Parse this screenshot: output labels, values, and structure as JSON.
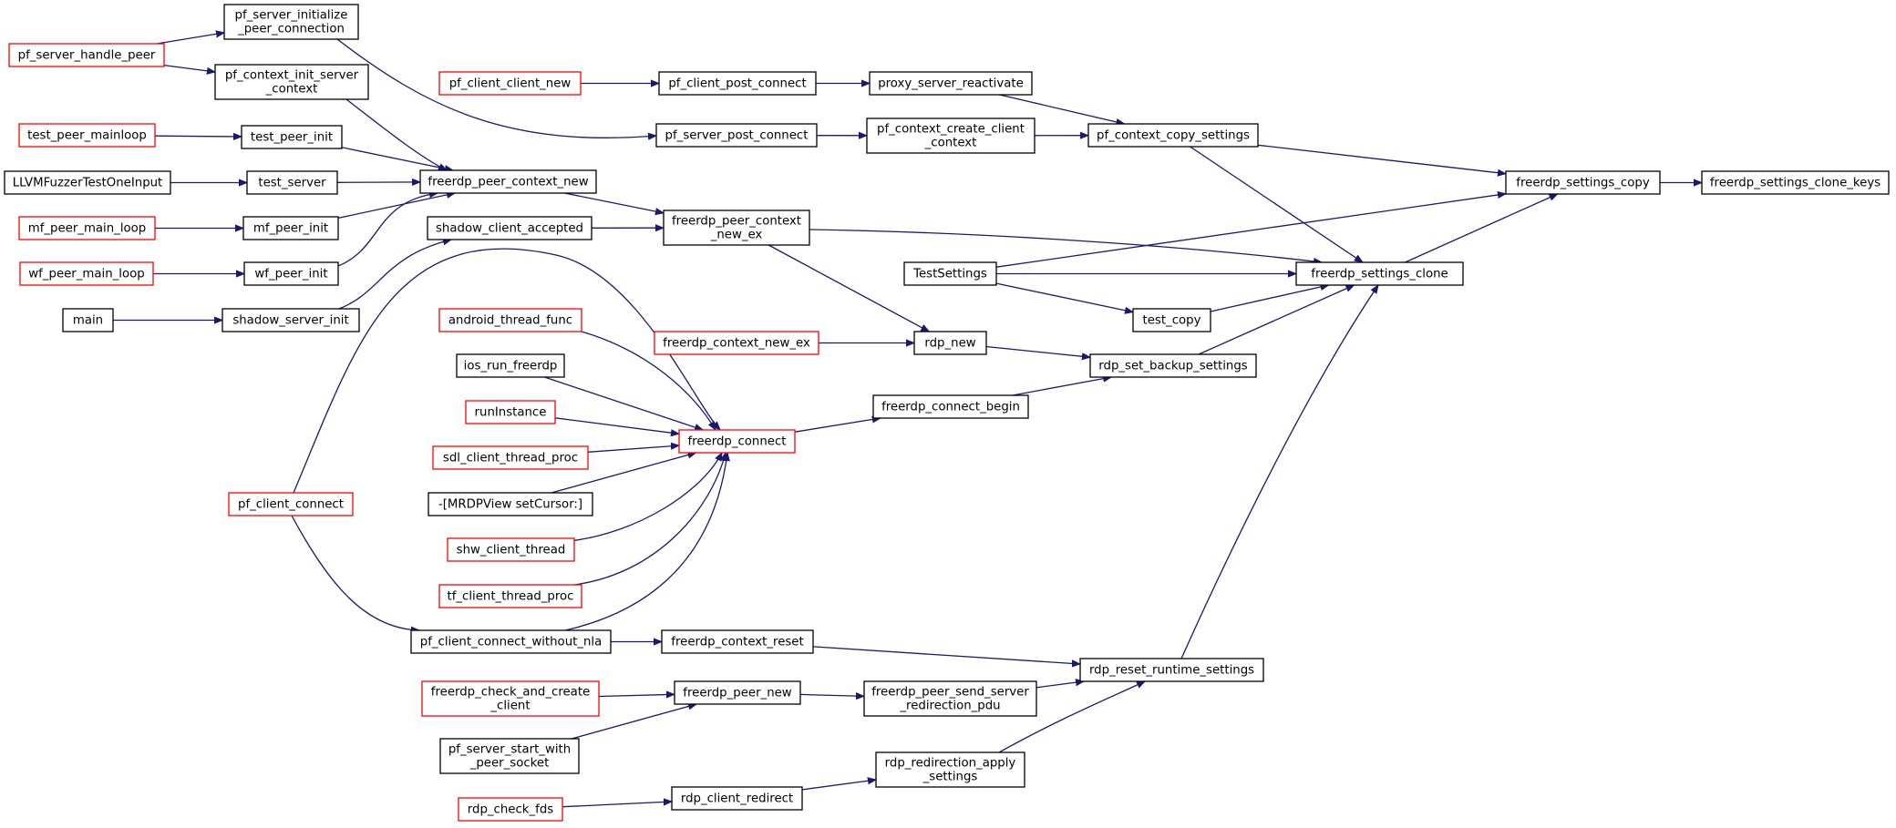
{
  "colors": {
    "edge": "#191970",
    "border_normal": "#000000",
    "border_truncated": "#ff0000",
    "highlight_fill": "#bfbfbf"
  },
  "nodes": [
    {
      "id": "n_clone_keys",
      "lines": [
        "freerdp_settings_clone_keys"
      ],
      "style": "highlight"
    },
    {
      "id": "n_settings_copy",
      "lines": [
        "freerdp_settings_copy"
      ],
      "style": "normal"
    },
    {
      "id": "n_settings_clone",
      "lines": [
        "freerdp_settings_clone"
      ],
      "style": "normal"
    },
    {
      "id": "n_context_copy_settings",
      "lines": [
        "pf_context_copy_settings"
      ],
      "style": "normal"
    },
    {
      "id": "n_testsettings",
      "lines": [
        "TestSettings"
      ],
      "style": "normal"
    },
    {
      "id": "n_test_copy",
      "lines": [
        "test_copy"
      ],
      "style": "normal"
    },
    {
      "id": "n_set_backup",
      "lines": [
        "rdp_set_backup_settings"
      ],
      "style": "normal"
    },
    {
      "id": "n_reset_runtime",
      "lines": [
        "rdp_reset_runtime_settings"
      ],
      "style": "normal"
    },
    {
      "id": "n_proxy_reactivate",
      "lines": [
        "proxy_server_reactivate"
      ],
      "style": "normal"
    },
    {
      "id": "n_ctx_create_client",
      "lines": [
        "pf_context_create_client",
        "_context"
      ],
      "style": "normal"
    },
    {
      "id": "n_client_post_connect",
      "lines": [
        "pf_client_post_connect"
      ],
      "style": "normal"
    },
    {
      "id": "n_server_post_connect",
      "lines": [
        "pf_server_post_connect"
      ],
      "style": "normal"
    },
    {
      "id": "n_client_client_new",
      "lines": [
        "pf_client_client_new"
      ],
      "style": "truncated"
    },
    {
      "id": "n_peer_context_new_ex",
      "lines": [
        "freerdp_peer_context",
        "_new_ex"
      ],
      "style": "normal"
    },
    {
      "id": "n_peer_context_new",
      "lines": [
        "freerdp_peer_context_new"
      ],
      "style": "normal"
    },
    {
      "id": "n_shadow_client_accepted",
      "lines": [
        "shadow_client_accepted"
      ],
      "style": "normal"
    },
    {
      "id": "n_server_init_peer",
      "lines": [
        "pf_server_initialize",
        "_peer_connection"
      ],
      "style": "normal"
    },
    {
      "id": "n_ctx_init_server",
      "lines": [
        "pf_context_init_server",
        "_context"
      ],
      "style": "normal"
    },
    {
      "id": "n_server_handle_peer",
      "lines": [
        "pf_server_handle_peer"
      ],
      "style": "truncated"
    },
    {
      "id": "n_test_peer_init",
      "lines": [
        "test_peer_init"
      ],
      "style": "normal"
    },
    {
      "id": "n_test_peer_mainloop",
      "lines": [
        "test_peer_mainloop"
      ],
      "style": "truncated"
    },
    {
      "id": "n_test_server",
      "lines": [
        "test_server"
      ],
      "style": "normal"
    },
    {
      "id": "n_llvm_fuzzer",
      "lines": [
        "LLVMFuzzerTestOneInput"
      ],
      "style": "normal"
    },
    {
      "id": "n_mf_peer_init",
      "lines": [
        "mf_peer_init"
      ],
      "style": "normal"
    },
    {
      "id": "n_mf_peer_main_loop",
      "lines": [
        "mf_peer_main_loop"
      ],
      "style": "truncated"
    },
    {
      "id": "n_wf_peer_init",
      "lines": [
        "wf_peer_init"
      ],
      "style": "normal"
    },
    {
      "id": "n_wf_peer_main_loop",
      "lines": [
        "wf_peer_main_loop"
      ],
      "style": "truncated"
    },
    {
      "id": "n_shadow_server_init",
      "lines": [
        "shadow_server_init"
      ],
      "style": "normal"
    },
    {
      "id": "n_main",
      "lines": [
        "main"
      ],
      "style": "normal"
    },
    {
      "id": "n_rdp_new",
      "lines": [
        "rdp_new"
      ],
      "style": "normal"
    },
    {
      "id": "n_context_new_ex",
      "lines": [
        "freerdp_context_new_ex"
      ],
      "style": "truncated"
    },
    {
      "id": "n_connect_begin",
      "lines": [
        "freerdp_connect_begin"
      ],
      "style": "normal"
    },
    {
      "id": "n_freerdp_connect",
      "lines": [
        "freerdp_connect"
      ],
      "style": "truncated"
    },
    {
      "id": "n_android_thread",
      "lines": [
        "android_thread_func"
      ],
      "style": "truncated"
    },
    {
      "id": "n_ios_run",
      "lines": [
        "ios_run_freerdp"
      ],
      "style": "normal"
    },
    {
      "id": "n_run_instance",
      "lines": [
        "runInstance"
      ],
      "style": "truncated"
    },
    {
      "id": "n_sdl_thread",
      "lines": [
        "sdl_client_thread_proc"
      ],
      "style": "truncated"
    },
    {
      "id": "n_mrdp_view",
      "lines": [
        "-[MRDPView setCursor:]"
      ],
      "style": "normal"
    },
    {
      "id": "n_shw_thread",
      "lines": [
        "shw_client_thread"
      ],
      "style": "truncated"
    },
    {
      "id": "n_tf_thread",
      "lines": [
        "tf_client_thread_proc"
      ],
      "style": "truncated"
    },
    {
      "id": "n_pf_client_connect",
      "lines": [
        "pf_client_connect"
      ],
      "style": "truncated"
    },
    {
      "id": "n_connect_without_nla",
      "lines": [
        "pf_client_connect_without_nla"
      ],
      "style": "normal"
    },
    {
      "id": "n_context_reset",
      "lines": [
        "freerdp_context_reset"
      ],
      "style": "normal"
    },
    {
      "id": "n_send_redir_pdu",
      "lines": [
        "freerdp_peer_send_server",
        "_redirection_pdu"
      ],
      "style": "normal"
    },
    {
      "id": "n_peer_new",
      "lines": [
        "freerdp_peer_new"
      ],
      "style": "normal"
    },
    {
      "id": "n_check_create_client",
      "lines": [
        "freerdp_check_and_create",
        "_client"
      ],
      "style": "truncated"
    },
    {
      "id": "n_start_peer_socket",
      "lines": [
        "pf_server_start_with",
        "_peer_socket"
      ],
      "style": "normal"
    },
    {
      "id": "n_redir_apply",
      "lines": [
        "rdp_redirection_apply",
        "_settings"
      ],
      "style": "normal"
    },
    {
      "id": "n_client_redirect",
      "lines": [
        "rdp_client_redirect"
      ],
      "style": "normal"
    },
    {
      "id": "n_check_fds",
      "lines": [
        "rdp_check_fds"
      ],
      "style": "truncated"
    }
  ],
  "edges": [
    {
      "from": "n_settings_copy",
      "to": "n_clone_keys"
    },
    {
      "from": "n_context_copy_settings",
      "to": "n_settings_copy"
    },
    {
      "from": "n_settings_clone",
      "to": "n_settings_copy"
    },
    {
      "from": "n_testsettings",
      "to": "n_settings_copy"
    },
    {
      "from": "n_context_copy_settings",
      "to": "n_settings_clone"
    },
    {
      "from": "n_peer_context_new_ex",
      "to": "n_settings_clone"
    },
    {
      "from": "n_testsettings",
      "to": "n_settings_clone"
    },
    {
      "from": "n_test_copy",
      "to": "n_settings_clone"
    },
    {
      "from": "n_set_backup",
      "to": "n_settings_clone"
    },
    {
      "from": "n_reset_runtime",
      "to": "n_settings_clone"
    },
    {
      "from": "n_testsettings",
      "to": "n_test_copy"
    },
    {
      "from": "n_proxy_reactivate",
      "to": "n_context_copy_settings"
    },
    {
      "from": "n_ctx_create_client",
      "to": "n_context_copy_settings"
    },
    {
      "from": "n_client_post_connect",
      "to": "n_proxy_reactivate"
    },
    {
      "from": "n_client_client_new",
      "to": "n_client_post_connect"
    },
    {
      "from": "n_server_post_connect",
      "to": "n_ctx_create_client"
    },
    {
      "from": "n_server_init_peer",
      "to": "n_server_post_connect"
    },
    {
      "from": "n_server_handle_peer",
      "to": "n_server_init_peer"
    },
    {
      "from": "n_server_handle_peer",
      "to": "n_ctx_init_server"
    },
    {
      "from": "n_ctx_init_server",
      "to": "n_peer_context_new"
    },
    {
      "from": "n_test_peer_init",
      "to": "n_peer_context_new"
    },
    {
      "from": "n_test_peer_mainloop",
      "to": "n_test_peer_init"
    },
    {
      "from": "n_test_server",
      "to": "n_peer_context_new"
    },
    {
      "from": "n_llvm_fuzzer",
      "to": "n_test_server"
    },
    {
      "from": "n_mf_peer_init",
      "to": "n_peer_context_new"
    },
    {
      "from": "n_mf_peer_main_loop",
      "to": "n_mf_peer_init"
    },
    {
      "from": "n_wf_peer_init",
      "to": "n_peer_context_new"
    },
    {
      "from": "n_wf_peer_main_loop",
      "to": "n_wf_peer_init"
    },
    {
      "from": "n_peer_context_new",
      "to": "n_peer_context_new_ex"
    },
    {
      "from": "n_shadow_client_accepted",
      "to": "n_peer_context_new_ex"
    },
    {
      "from": "n_shadow_server_init",
      "to": "n_shadow_client_accepted"
    },
    {
      "from": "n_main",
      "to": "n_shadow_server_init"
    },
    {
      "from": "n_peer_context_new_ex",
      "to": "n_rdp_new"
    },
    {
      "from": "n_context_new_ex",
      "to": "n_rdp_new"
    },
    {
      "from": "n_rdp_new",
      "to": "n_set_backup"
    },
    {
      "from": "n_connect_begin",
      "to": "n_set_backup"
    },
    {
      "from": "n_freerdp_connect",
      "to": "n_connect_begin"
    },
    {
      "from": "n_android_thread",
      "to": "n_freerdp_connect"
    },
    {
      "from": "n_ios_run",
      "to": "n_freerdp_connect"
    },
    {
      "from": "n_run_instance",
      "to": "n_freerdp_connect"
    },
    {
      "from": "n_sdl_thread",
      "to": "n_freerdp_connect"
    },
    {
      "from": "n_mrdp_view",
      "to": "n_freerdp_connect"
    },
    {
      "from": "n_shw_thread",
      "to": "n_freerdp_connect"
    },
    {
      "from": "n_tf_thread",
      "to": "n_freerdp_connect"
    },
    {
      "from": "n_pf_client_connect",
      "to": "n_freerdp_connect"
    },
    {
      "from": "n_connect_without_nla",
      "to": "n_freerdp_connect"
    },
    {
      "from": "n_pf_client_connect",
      "to": "n_connect_without_nla"
    },
    {
      "from": "n_connect_without_nla",
      "to": "n_context_reset"
    },
    {
      "from": "n_context_reset",
      "to": "n_reset_runtime"
    },
    {
      "from": "n_send_redir_pdu",
      "to": "n_reset_runtime"
    },
    {
      "from": "n_redir_apply",
      "to": "n_reset_runtime"
    },
    {
      "from": "n_peer_new",
      "to": "n_send_redir_pdu"
    },
    {
      "from": "n_check_create_client",
      "to": "n_peer_new"
    },
    {
      "from": "n_start_peer_socket",
      "to": "n_peer_new"
    },
    {
      "from": "n_client_redirect",
      "to": "n_redir_apply"
    },
    {
      "from": "n_check_fds",
      "to": "n_client_redirect"
    }
  ]
}
